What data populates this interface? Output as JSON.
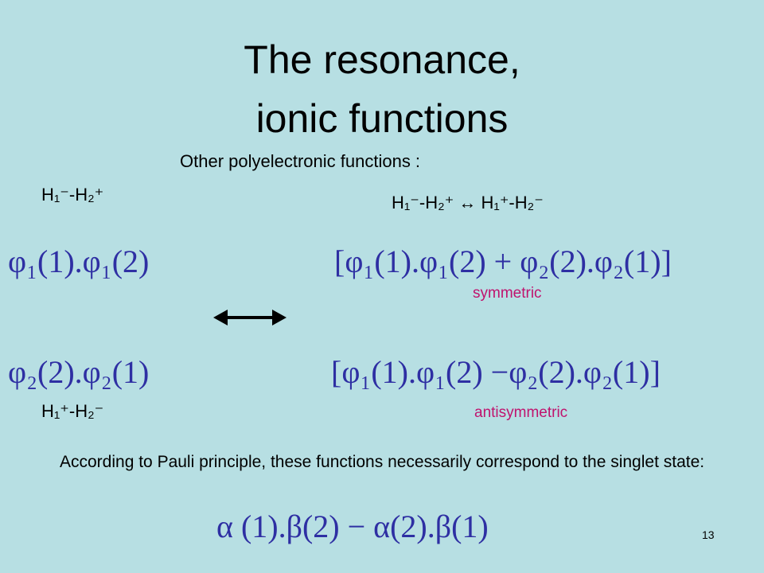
{
  "title": {
    "line1": "The resonance,",
    "line2": "ionic functions"
  },
  "subtitle": "Other polyelectronic functions :",
  "formula_left_top": "H₁⁻-H₂⁺",
  "formula_right_top": "H₁⁻-H₂⁺ ↔ H₁⁺-H₂⁻",
  "formula_left_bottom": "H₁⁺-H₂⁻",
  "expr_phi1": "φ₁(1).φ₁(2)",
  "expr_phi2": "φ₂(2).φ₂(1)",
  "expr_sym": "[φ₁(1).φ₁(2) + φ₂(2).φ₂(1)]",
  "expr_antisym": "[φ₁(1).φ₁(2) −φ₂(2).φ₂(1)]",
  "label_sym": "symmetric",
  "label_antisym": "antisymmetric",
  "paragraph": "According to Pauli principle, these functions necessarily correspond to the singlet state:",
  "spin_expr": "α (1).β(2) − α(2).β(1)",
  "page_number": "13",
  "colors": {
    "background": "#b7dfe3",
    "math": "#2e2fa3",
    "label": "#c0136e"
  }
}
